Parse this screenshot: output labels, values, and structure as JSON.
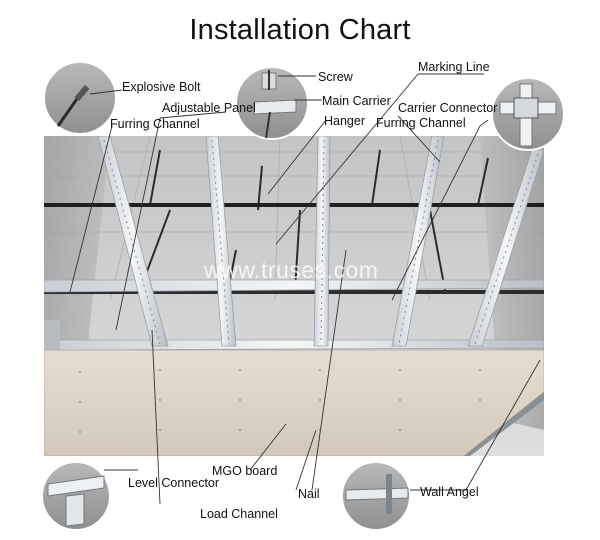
{
  "title": "Installation Chart",
  "watermark": "www.truses.com",
  "labels": {
    "explosive_bolt": "Explosive Bolt",
    "adjustable_panel": "Adjustable Panel",
    "furring_channel_left": "Furring Channel",
    "screw": "Screw",
    "main_carrier": "Main Carrier",
    "hanger": "Hanger",
    "marking_line": "Marking Line",
    "carrier_connector": "Carrier Connector",
    "furring_channel_right": "Furring Channel",
    "level_connector": "Level Connector",
    "mgo_board": "MGO board",
    "nail": "Nail",
    "load_channel": "Load Channel",
    "wall_angel": "Wall Angel"
  },
  "colors": {
    "ceiling": "#cfcfcf",
    "wall": "#9a9a9a",
    "channel": "#e9ecef",
    "rod": "#2a2a2a",
    "board": "#ddd3c8",
    "leader": "#333333",
    "callout_bg": "#a9a9a9"
  }
}
